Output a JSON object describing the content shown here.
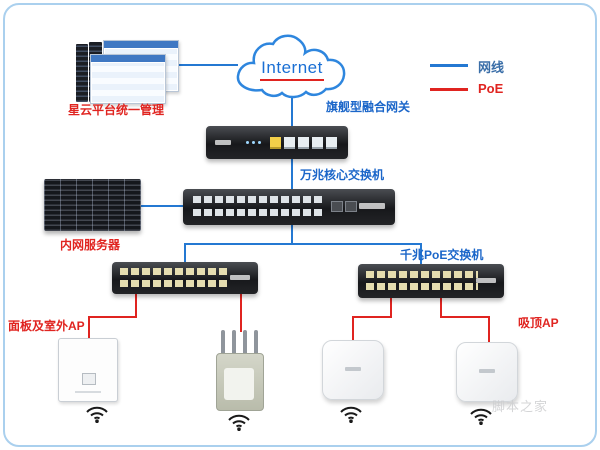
{
  "legend": {
    "items": [
      {
        "label": "网线",
        "color": "#3a6ea8"
      },
      {
        "label": "PoE",
        "color": "#e02420"
      }
    ]
  },
  "nodes": {
    "internet": "Internet",
    "management": "星云平台统一管理",
    "gateway": "旗舰型融合网关",
    "core_switch": "万兆核心交换机",
    "server": "内网服务器",
    "poe_switch": "千兆PoE交换机",
    "panel_outdoor_ap": "面板及室外AP",
    "ceiling_ap": "吸顶AP"
  },
  "colors": {
    "cable_line": "#2478d2",
    "poe_line": "#e02420"
  },
  "watermark": "脚本之家"
}
